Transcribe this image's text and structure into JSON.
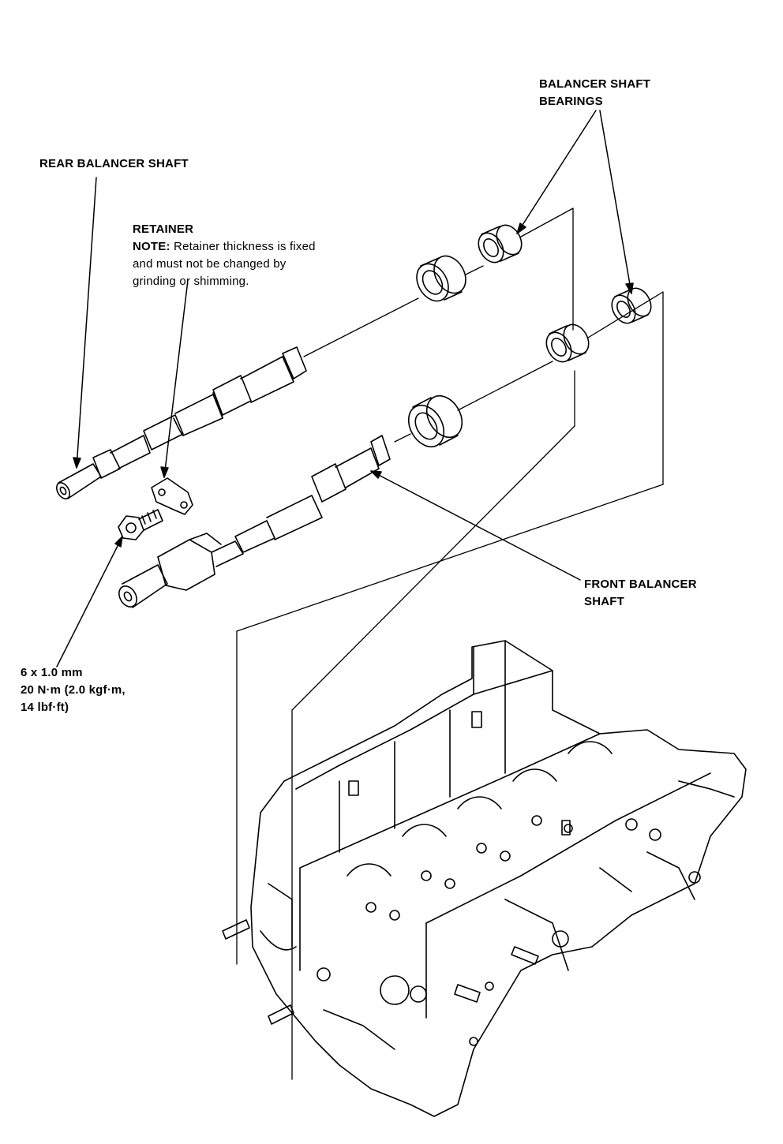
{
  "labels": {
    "balancer_bearings": [
      "BALANCER SHAFT",
      "BEARINGS"
    ],
    "rear_shaft": "REAR BALANCER SHAFT",
    "retainer": {
      "title": "RETAINER",
      "note_prefix": "NOTE:",
      "note_lines": [
        "Retainer thickness is fixed",
        "and must not be changed by",
        "grinding or shimming."
      ]
    },
    "front_shaft": [
      "FRONT BALANCER",
      "SHAFT"
    ],
    "bolt_spec": [
      "6 x 1.0 mm",
      "20 N·m (2.0 kgf·m,",
      "14 lbf·ft)"
    ]
  }
}
